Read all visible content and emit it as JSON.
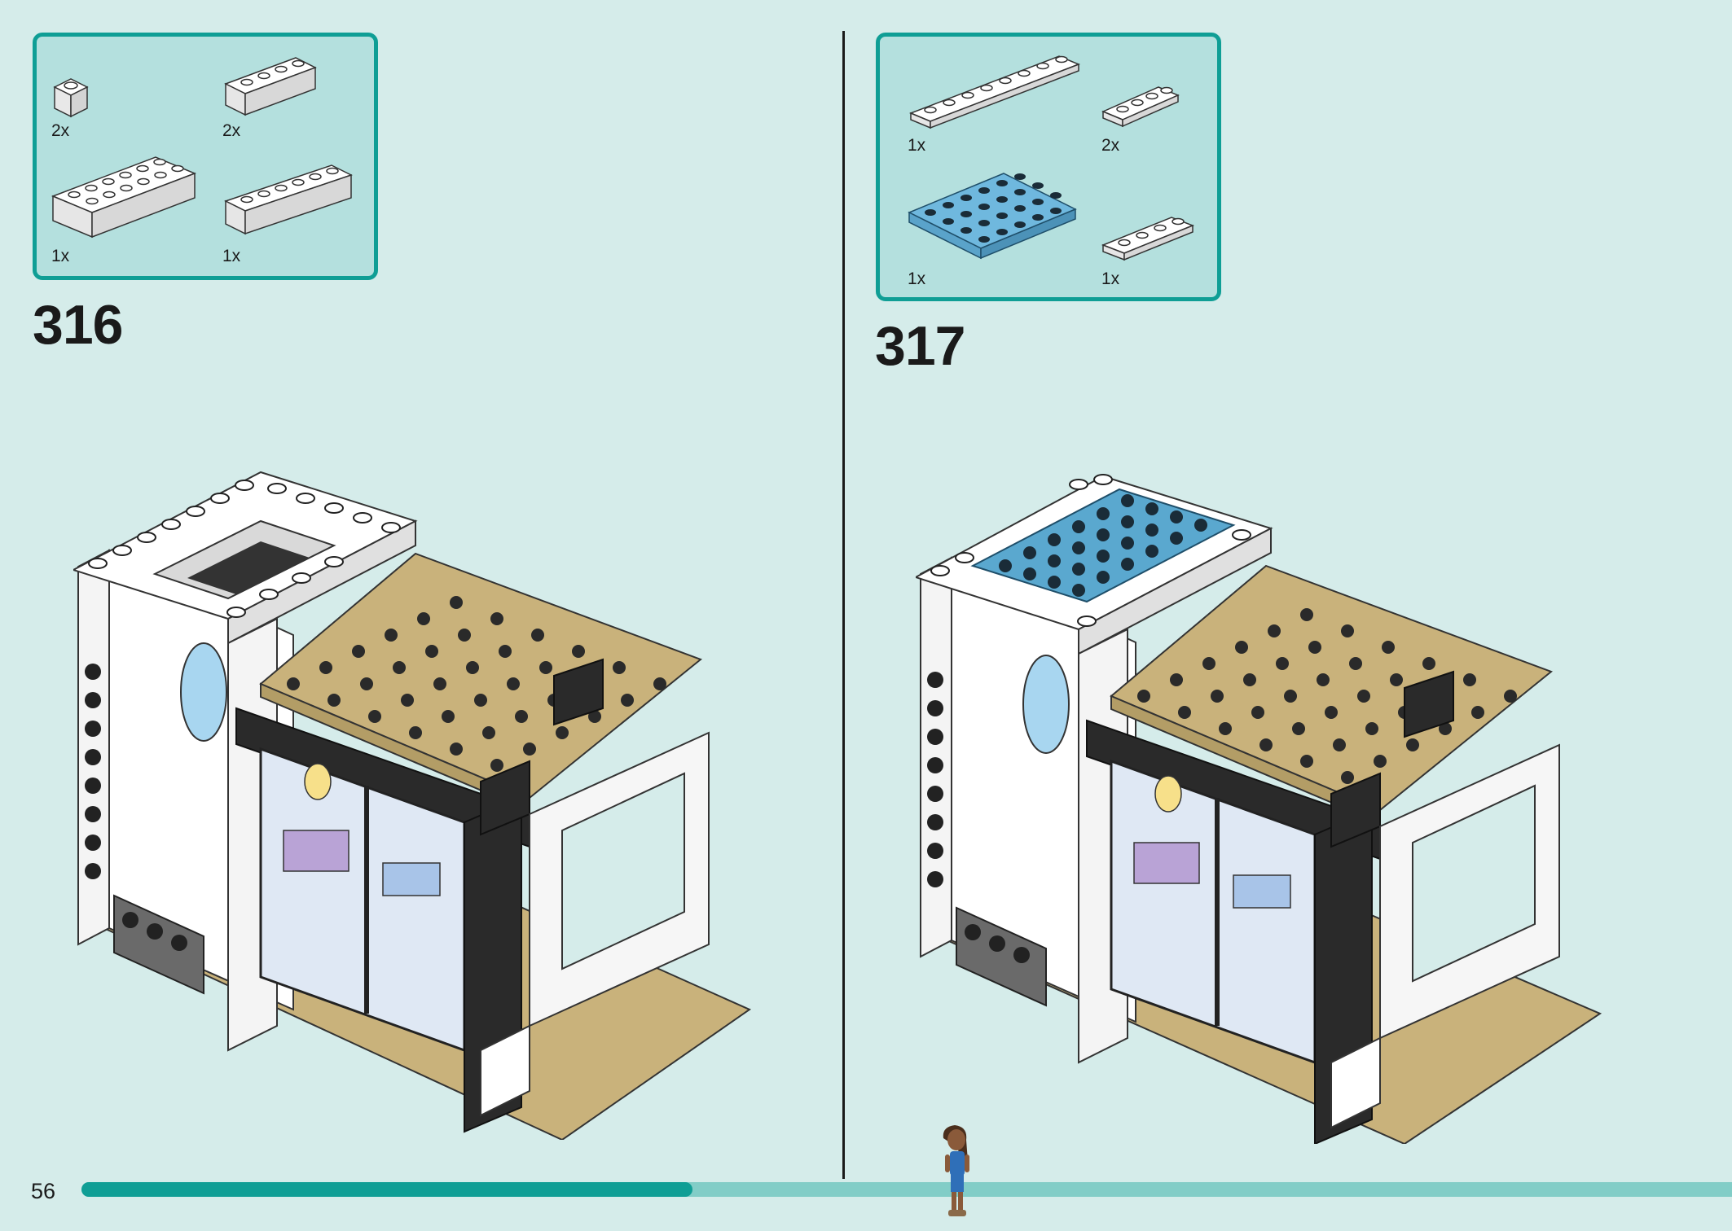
{
  "steps": [
    {
      "number": "316",
      "parts": [
        {
          "qty": "2x",
          "name": "white 1x1 brick",
          "color": "#ffffff"
        },
        {
          "qty": "2x",
          "name": "white 1x4 brick",
          "color": "#ffffff"
        },
        {
          "qty": "1x",
          "name": "white 2x6 brick",
          "color": "#ffffff"
        },
        {
          "qty": "1x",
          "name": "white 1x6 brick",
          "color": "#ffffff"
        }
      ]
    },
    {
      "number": "317",
      "parts": [
        {
          "qty": "1x",
          "name": "white 1x8 plate",
          "color": "#ffffff"
        },
        {
          "qty": "2x",
          "name": "white 1x4 plate",
          "color": "#ffffff"
        },
        {
          "qty": "1x",
          "name": "light blue 4x6 plate",
          "color": "#6fb8de"
        },
        {
          "qty": "1x",
          "name": "white 1x4 plate",
          "color": "#ffffff"
        }
      ]
    }
  ],
  "page_number": "56",
  "progress": 0.37,
  "colors": {
    "background": "#d5ecea",
    "callout_fill": "#b4e0de",
    "callout_border": "#0f9e95",
    "progress_fill": "#0f9e95",
    "progress_track": "#82cdc7",
    "tan": "#c9b27b",
    "black_brick": "#2a2a2a",
    "blue_plate": "#5aa8cf"
  }
}
